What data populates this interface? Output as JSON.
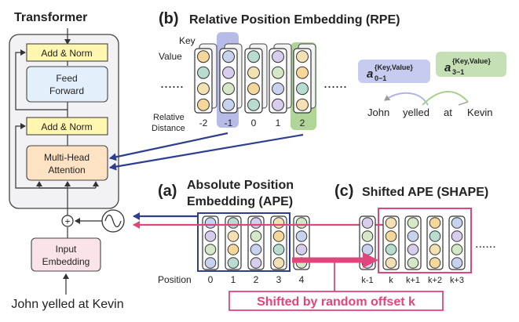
{
  "transformer": {
    "title": "Transformer",
    "add_norm_top": "Add & Norm",
    "feed_forward_1": "Feed",
    "feed_forward_2": "Forward",
    "add_norm_mid": "Add & Norm",
    "mha_1": "Multi-Head",
    "mha_2": "Attention",
    "plus": "+",
    "input_emb_1": "Input",
    "input_emb_2": "Embedding",
    "sentence": "John yelled at Kevin"
  },
  "rpe": {
    "letter": "(b)",
    "title": "Relative Position Embedding (RPE)",
    "key_label": "Key",
    "value_label": "Value",
    "rel_label_1": "Relative",
    "rel_label_2": "Distance",
    "distances": [
      "-2",
      "-1",
      "0",
      "1",
      "2"
    ],
    "dots": "......",
    "words": [
      "John",
      "yelled",
      "at",
      "Kevin"
    ],
    "a01_main": "a",
    "a01_sup": "{Key,Value}",
    "a01_sub": "0−1",
    "a31_main": "a",
    "a31_sup": "{Key,Value}",
    "a31_sub": "3−1"
  },
  "ape": {
    "letter": "(a)",
    "title_1": "Absolute Position",
    "title_2": "Embedding (APE)",
    "position_label": "Position",
    "positions": [
      "0",
      "1",
      "2",
      "3",
      "4"
    ]
  },
  "shape": {
    "letter": "(c)",
    "title": "Shifted APE (SHAPE)",
    "positions": [
      "k-1",
      "k",
      "k+1",
      "k+2",
      "k+3"
    ],
    "dots": "......",
    "offset_label": "Shifted by random offset k"
  },
  "colors": {
    "blue": "#2e3f8f",
    "pink": "#e0457b",
    "green": "#a8d08d",
    "lavender": "#aeb4e6",
    "orange_box": "#fde3c4",
    "yellow_box": "#fff6b0",
    "ff_box": "#e3f0fb"
  }
}
